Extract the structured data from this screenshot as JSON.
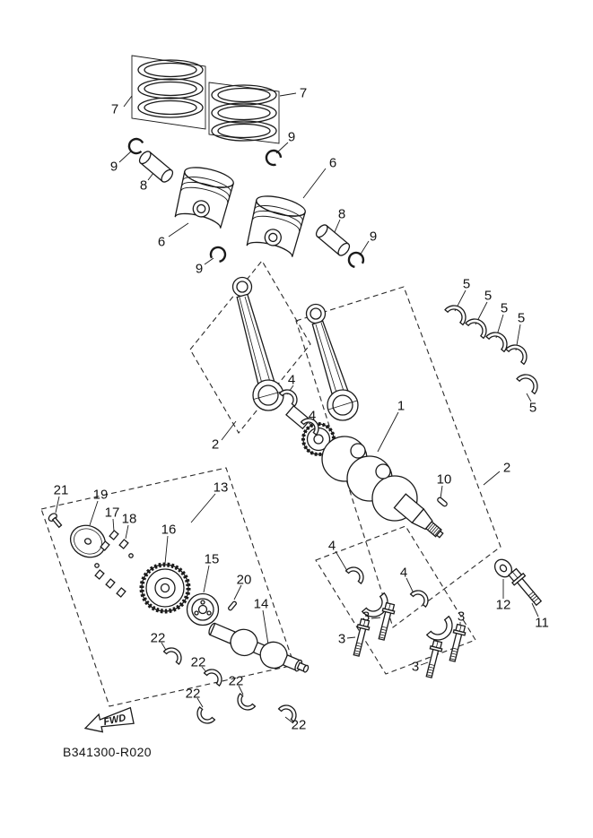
{
  "diagram": {
    "code": "B341300-R020",
    "fwd_label": "FWD",
    "line_color": "#1a1a1a",
    "background_color": "#ffffff"
  },
  "callouts": [
    "7",
    "7",
    "9",
    "8",
    "9",
    "6",
    "6",
    "8",
    "9",
    "9",
    "5",
    "5",
    "5",
    "5",
    "5",
    "4",
    "4",
    "1",
    "2",
    "2",
    "10",
    "13",
    "21",
    "19",
    "17",
    "18",
    "16",
    "4",
    "15",
    "4",
    "20",
    "14",
    "12",
    "3",
    "3",
    "11",
    "22",
    "3",
    "22",
    "3",
    "22",
    "22",
    "22"
  ]
}
